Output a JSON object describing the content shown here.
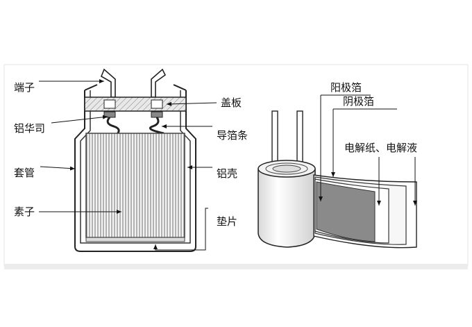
{
  "labels": {
    "terminal": "端子",
    "cover_plate": "盖板",
    "aluminum_rivet": "铝华司",
    "lead_foil_strip": "导箔条",
    "sleeve": "套管",
    "aluminum_case": "铝壳",
    "element": "素子",
    "gasket": "垫片",
    "anode_foil": "阳极箔",
    "cathode_foil": "阴极箔",
    "electrolytic_paper_electrolyte": "电解纸、电解液"
  }
}
